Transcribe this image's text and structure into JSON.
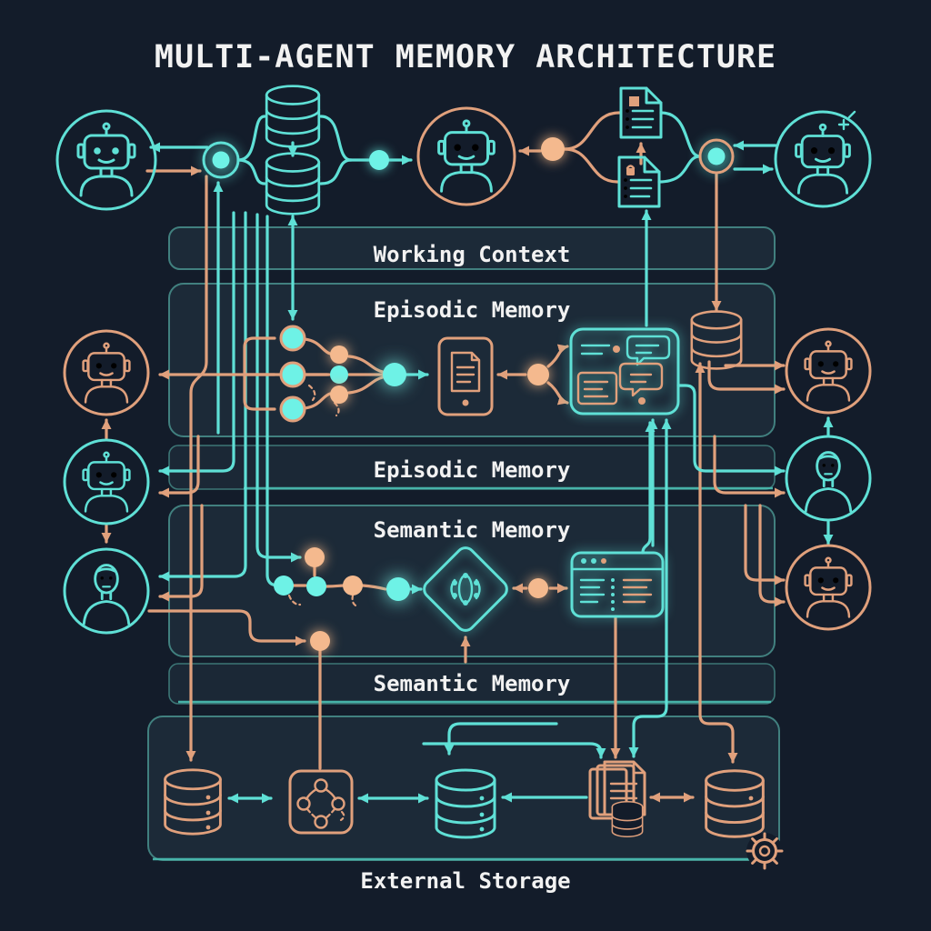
{
  "title": "MULTI-AGENT MEMORY ARCHITECTURE",
  "bands": {
    "working_context": {
      "label": "Working Context"
    },
    "episodic_memory_upper": {
      "label": "Episodic Memory"
    },
    "episodic_memory_lower": {
      "label": "Episodic Memory"
    },
    "semantic_memory_upper": {
      "label": "Semantic Memory"
    },
    "semantic_memory_lower": {
      "label": "Semantic Memory"
    },
    "external_storage": {
      "label": "External Storage"
    }
  },
  "agents": {
    "top_left": "robot-agent",
    "top_center": "robot-agent",
    "top_right": "robot-agent",
    "mid_left": [
      "robot-agent",
      "robot-agent",
      "human-agent"
    ],
    "mid_right": [
      "robot-agent",
      "human-agent",
      "robot-agent"
    ]
  },
  "icons": [
    "robot-avatar-icon",
    "human-avatar-icon",
    "database-icon",
    "document-icon",
    "tablet-notes-icon",
    "chat-panel-icon",
    "memory-node-icon",
    "branch-tree-icon",
    "knowledge-diamond-icon",
    "atom-network-icon",
    "list-window-icon",
    "graph-box-icon",
    "documents-stack-icon",
    "database-gear-icon",
    "gear-icon",
    "sparkle-icon"
  ],
  "colors": {
    "background": "#131c2a",
    "band_fill": "#1c2a38",
    "band_border": "#41807f",
    "teal": "#5fe0d6",
    "teal_soft": "#49b8ae",
    "teal_bright": "#6ef2e6",
    "orange": "#e0a07c",
    "orange_bright": "#f4b98e",
    "text": "#f2f2f2"
  }
}
